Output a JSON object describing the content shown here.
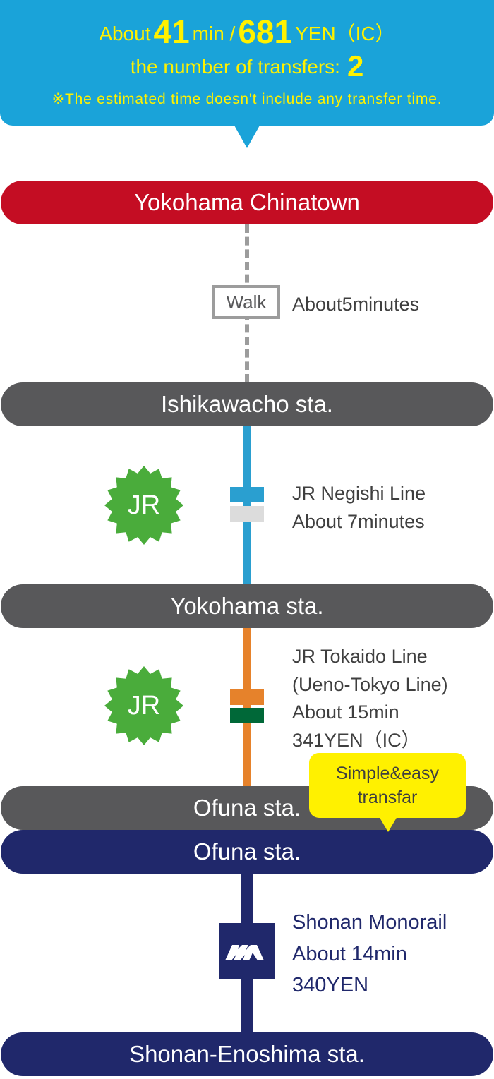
{
  "summary": {
    "about_label": "About",
    "minutes": "41",
    "min_label": "min /",
    "fare": "681",
    "fare_unit": "YEN（IC）",
    "transfers_label": "the number of transfers:",
    "transfers": "2",
    "note": "※The estimated time doesn't include any transfer time."
  },
  "stations": {
    "s1": "Yokohama Chinatown",
    "s2": "Ishikawacho sta.",
    "s3": "Yokohama sta.",
    "s4": "Ofuna sta.",
    "s5": "Ofuna sta.",
    "s6": "Shonan-Enoshima sta."
  },
  "walk": {
    "badge": "Walk",
    "about": "About",
    "minutes": "5",
    "unit": "minutes"
  },
  "negishi": {
    "badge": "JR",
    "line": "JR Negishi Line",
    "time": "About 7minutes",
    "color_top": "#2a9fd0",
    "color_bottom": "#dcdcdc"
  },
  "tokaido": {
    "badge": "JR",
    "line": "JR Tokaido Line",
    "line_sub": "(Ueno-Tokyo Line)",
    "time": "About 15min",
    "fare": "341YEN（IC）",
    "color_top": "#e6822b",
    "color_bottom": "#006838"
  },
  "monorail": {
    "line": "Shonan Monorail",
    "time": "About 14min",
    "fare": "340YEN"
  },
  "callout": {
    "line1": "Simple&easy",
    "line2": "transfar"
  },
  "colors": {
    "summary_bg": "#1aa3d9",
    "summary_text": "#fff100",
    "start_station": "#c40d23",
    "jr_station": "#58585a",
    "monorail_station": "#20286b",
    "jr_badge": "#4aac3b",
    "negishi_line": "#2a9fd0",
    "tokaido_line": "#e6822b",
    "callout": "#fff100"
  }
}
